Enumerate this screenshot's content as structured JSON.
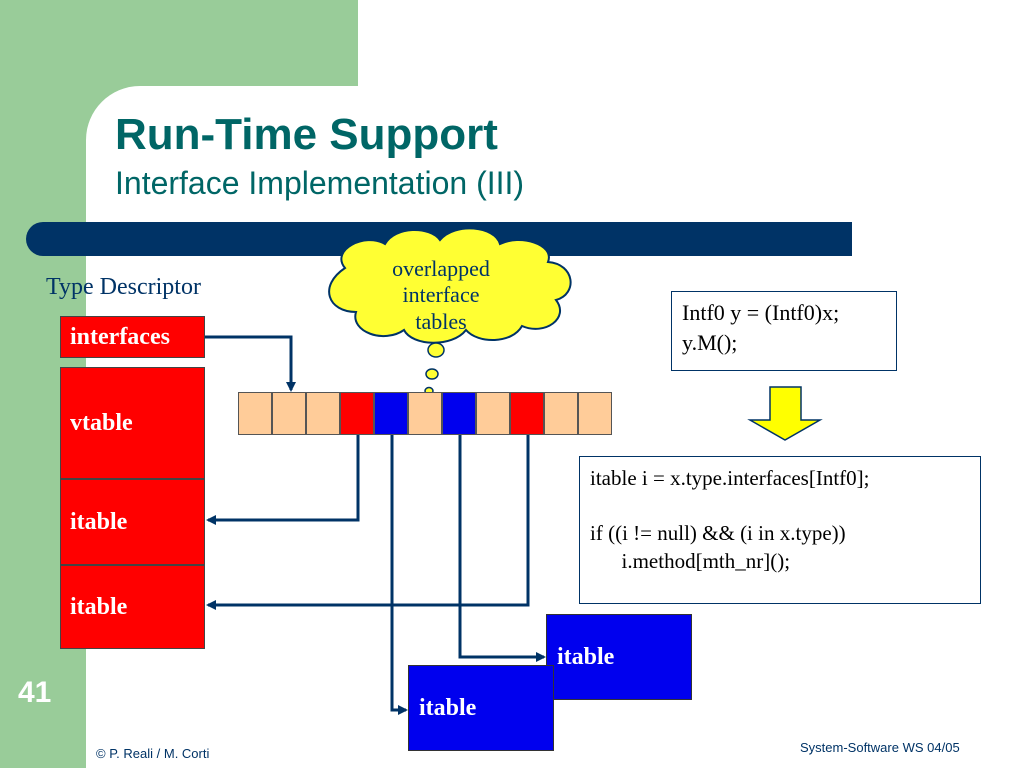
{
  "slide": {
    "title": "Run-Time Support",
    "subtitle": "Interface Implementation (III)",
    "number": "41",
    "footer_left": "© P. Reali / M. Corti",
    "footer_right": "System-Software WS 04/05"
  },
  "type_descriptor": {
    "label": "Type Descriptor",
    "fields": [
      "interfaces",
      "vtable",
      "itable",
      "itable"
    ]
  },
  "cloud": {
    "lines": [
      "overlapped",
      "interface",
      "tables"
    ]
  },
  "interface_row": {
    "cells": [
      {
        "color": "#ffcc99"
      },
      {
        "color": "#ffcc99"
      },
      {
        "color": "#ffcc99"
      },
      {
        "color": "#ff0000"
      },
      {
        "color": "#0000ee"
      },
      {
        "color": "#ffcc99"
      },
      {
        "color": "#0000ee"
      },
      {
        "color": "#ffcc99"
      },
      {
        "color": "#ff0000"
      },
      {
        "color": "#ffcc99"
      },
      {
        "color": "#ffcc99"
      }
    ]
  },
  "blue_itables": [
    "itable",
    "itable"
  ],
  "code_top": [
    "Intf0 y = (Intf0)x;",
    "y.M();"
  ],
  "code_bottom": [
    "itable i = x.type.interfaces[Intf0];",
    "",
    "if ((i != null) && (i in x.type))",
    "      i.method[mth_nr]();"
  ],
  "colors": {
    "accent_green": "#99cc99",
    "title_teal": "#006666",
    "navy": "#003366",
    "red": "#ff0000",
    "blue": "#0000ee",
    "peach": "#ffcc99",
    "arrow_yellow": "#ffff00"
  }
}
